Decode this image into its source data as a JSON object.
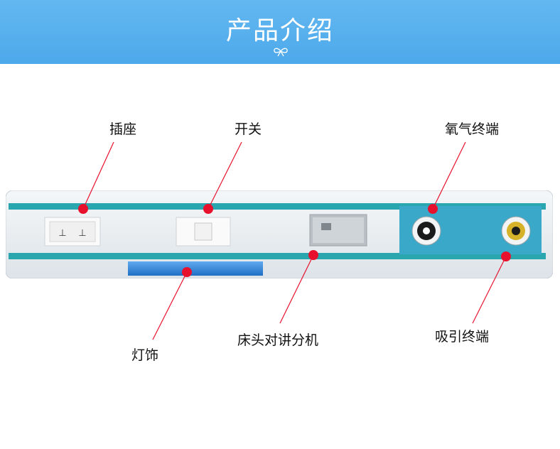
{
  "header": {
    "title": "产品介绍",
    "decoration_icon": "bow-icon"
  },
  "labels": {
    "socket": "插座",
    "switch": "开关",
    "oxygen": "氧气终端",
    "light": "灯饰",
    "intercom": "床头对讲分机",
    "suction": "吸引终端"
  },
  "colors": {
    "banner": "#52aeec",
    "stripe": "#2aa6ae",
    "panel_blue": "#3aa9c9",
    "light_strip": "#2e86d8",
    "marker": "#e8112d",
    "suction_ring": "#d6b22a"
  }
}
